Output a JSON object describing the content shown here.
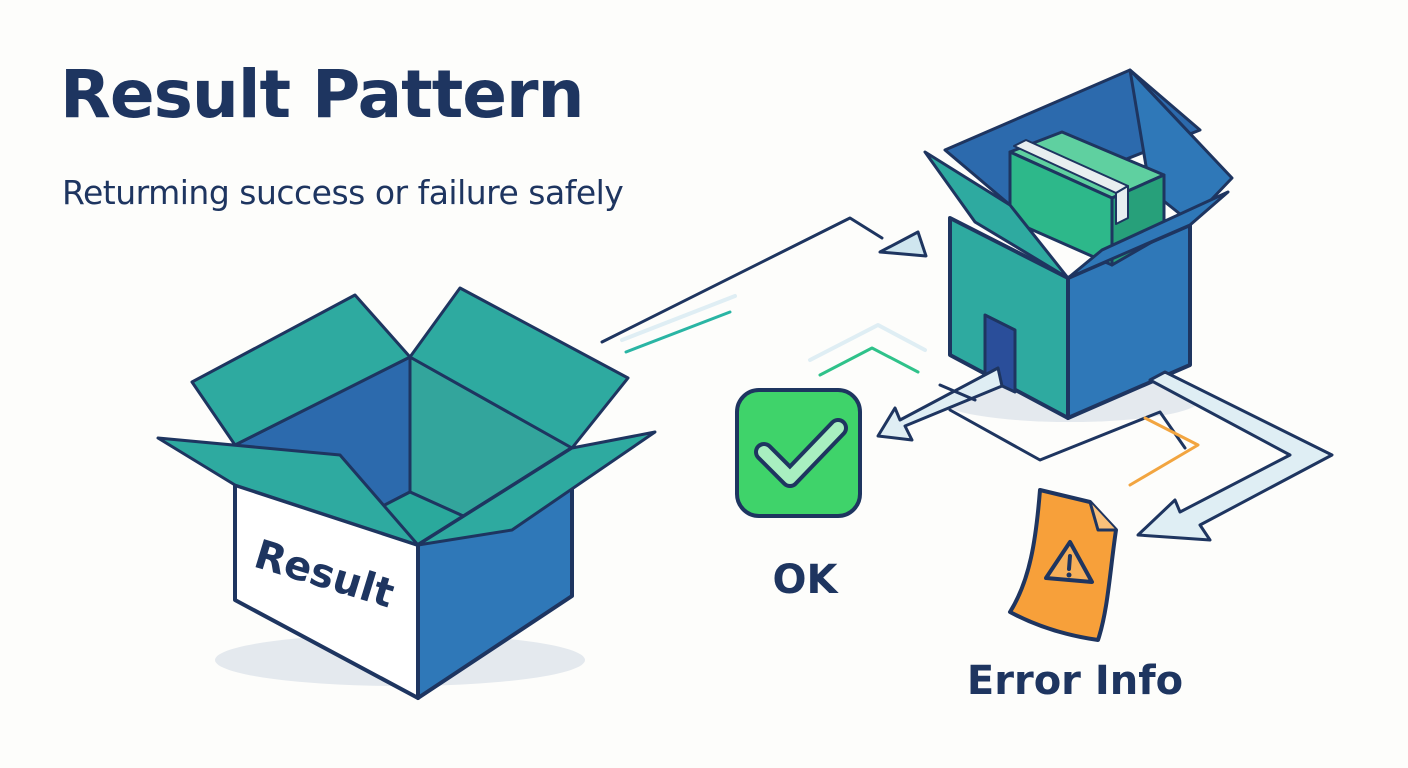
{
  "title": "Result Pattern",
  "subtitle": "Returming success or failure safely",
  "box_label": "Result",
  "ok_label": "OK",
  "error_label": "Error Info",
  "icons": {
    "ok": "checkmark-icon",
    "error": "warning-triangle-icon"
  },
  "colors": {
    "text": "#1e3560",
    "box_blue": "#2f78b8",
    "box_teal": "#2eaaa0",
    "success_green": "#3fd36a",
    "error_orange": "#f7a03a",
    "arrow_light": "#dfeef4",
    "accent_green": "#2fc28a",
    "accent_orange": "#f2a540"
  }
}
